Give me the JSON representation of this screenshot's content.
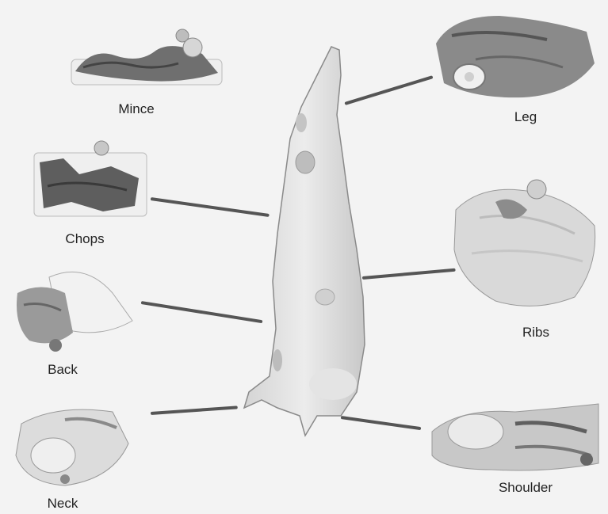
{
  "title": "",
  "carcass": {
    "name": "lamb carcass"
  },
  "cuts": [
    {
      "key": "mince",
      "label": "Mince"
    },
    {
      "key": "leg",
      "label": "Leg"
    },
    {
      "key": "chops",
      "label": "Chops"
    },
    {
      "key": "ribs",
      "label": "Ribs"
    },
    {
      "key": "back",
      "label": "Back"
    },
    {
      "key": "neck",
      "label": "Neck"
    },
    {
      "key": "shoulder",
      "label": "Shoulder"
    }
  ],
  "colors": {
    "background": "#f3f3f3",
    "meat_dark": "#6a6a6a",
    "meat_light": "#d8d8d8",
    "fat": "#ececec",
    "connector": "#555555"
  }
}
